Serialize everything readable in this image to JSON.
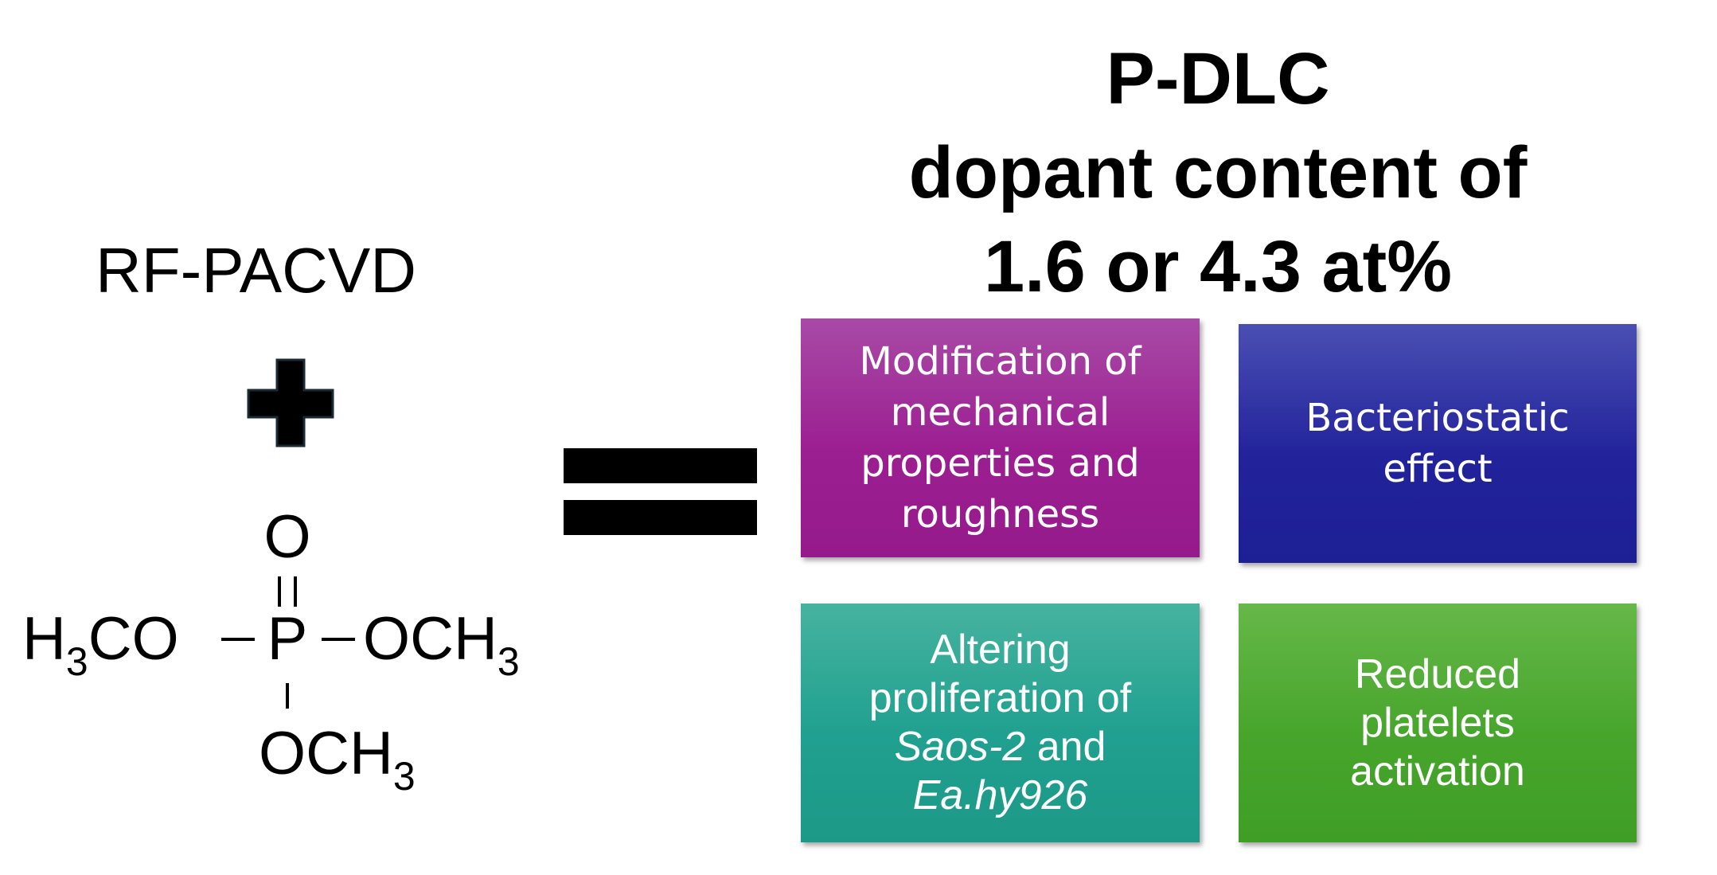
{
  "method": {
    "label": "RF-PACVD",
    "plus_icon": "plus-icon"
  },
  "precursor": {
    "double_bonded_atom": "O",
    "center_atom": "P",
    "left_group": {
      "main": "H",
      "subscript": "3",
      "rest": "CO"
    },
    "right_group": {
      "main": "OCH",
      "subscript": "3"
    },
    "bottom_group": {
      "main": "OCH",
      "subscript": "3"
    }
  },
  "equals_icon": "equals-icon",
  "result": {
    "title_line1": "P-DLC",
    "title_line2": "dopant content of",
    "title_line3": "1.6 or 4.3 at%"
  },
  "effects": [
    {
      "lines": [
        "Modification of",
        "mechanical",
        "properties and",
        "roughness"
      ],
      "color": "#9c1f92"
    },
    {
      "lines": [
        "Bacteriostatic",
        "effect"
      ],
      "color": "#22239b"
    },
    {
      "line1": "Altering",
      "line2": "proliferation of",
      "line3_italic": "Saos-2",
      "line3_rest": " and",
      "line4_italic": "Ea.hy926",
      "color": "#20a090"
    },
    {
      "lines": [
        "Reduced",
        "platelets",
        "activation"
      ],
      "color": "#47a52c"
    }
  ]
}
